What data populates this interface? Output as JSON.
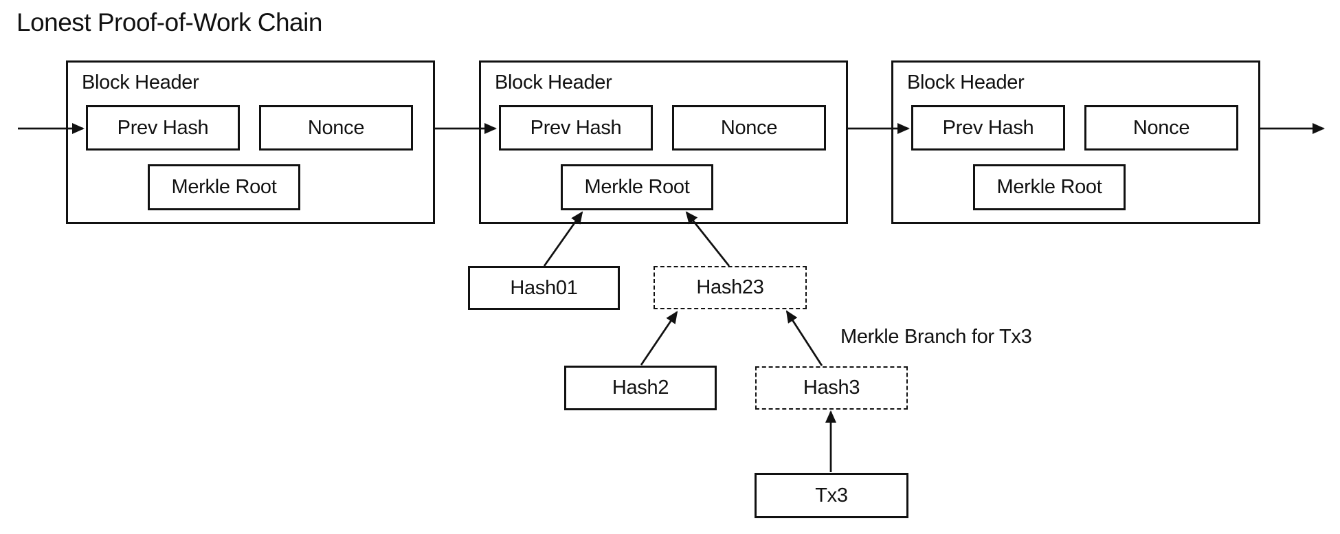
{
  "title": "Lonest Proof-of-Work Chain",
  "blocks": [
    {
      "header": "Block Header",
      "prev_hash": "Prev Hash",
      "nonce": "Nonce",
      "merkle_root": "Merkle Root"
    },
    {
      "header": "Block Header",
      "prev_hash": "Prev Hash",
      "nonce": "Nonce",
      "merkle_root": "Merkle Root"
    },
    {
      "header": "Block Header",
      "prev_hash": "Prev Hash",
      "nonce": "Nonce",
      "merkle_root": "Merkle Root"
    }
  ],
  "merkle_tree": {
    "hash01": "Hash01",
    "hash23": "Hash23",
    "hash2": "Hash2",
    "hash3": "Hash3",
    "tx3": "Tx3",
    "branch_label": "Merkle Branch for Tx3"
  },
  "colors": {
    "background": "#ffffff",
    "line": "#111111",
    "text": "#111111"
  }
}
